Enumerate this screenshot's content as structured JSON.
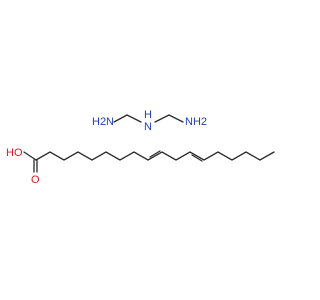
{
  "diagram": {
    "molecule_1": {
      "atoms": {
        "h2n_left": "H2N",
        "nh_center_h": "H",
        "nh_center_n": "N",
        "nh2_right": "NH2"
      }
    },
    "molecule_2": {
      "atoms": {
        "ho": "HO",
        "o": "O"
      }
    },
    "colors": {
      "bond": "#2b2b2b",
      "nitrogen": "#1f3fbf",
      "oxygen": "#d21e1e",
      "background": "#ffffff"
    }
  }
}
